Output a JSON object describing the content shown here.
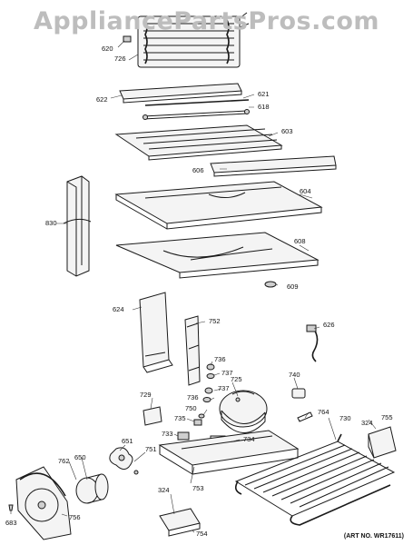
{
  "watermark": "AppliancePartsPros.com",
  "art_number": "(ART NO. WR17611)",
  "parts": [
    {
      "id": "620",
      "label": "620"
    },
    {
      "id": "726",
      "label": "726"
    },
    {
      "id": "622",
      "label": "622"
    },
    {
      "id": "621",
      "label": "621"
    },
    {
      "id": "618",
      "label": "618"
    },
    {
      "id": "603",
      "label": "603"
    },
    {
      "id": "606",
      "label": "606"
    },
    {
      "id": "830",
      "label": "830"
    },
    {
      "id": "604",
      "label": "604"
    },
    {
      "id": "608",
      "label": "608"
    },
    {
      "id": "609",
      "label": "609"
    },
    {
      "id": "624",
      "label": "624"
    },
    {
      "id": "752",
      "label": "752"
    },
    {
      "id": "626",
      "label": "626"
    },
    {
      "id": "736a",
      "label": "736"
    },
    {
      "id": "737a",
      "label": "737"
    },
    {
      "id": "725",
      "label": "725"
    },
    {
      "id": "740",
      "label": "740"
    },
    {
      "id": "737b",
      "label": "737"
    },
    {
      "id": "729",
      "label": "729"
    },
    {
      "id": "736b",
      "label": "736"
    },
    {
      "id": "750",
      "label": "750"
    },
    {
      "id": "764",
      "label": "764"
    },
    {
      "id": "730",
      "label": "730"
    },
    {
      "id": "324a",
      "label": "324"
    },
    {
      "id": "755",
      "label": "755"
    },
    {
      "id": "735",
      "label": "735"
    },
    {
      "id": "733",
      "label": "733"
    },
    {
      "id": "734",
      "label": "734"
    },
    {
      "id": "651",
      "label": "651"
    },
    {
      "id": "751",
      "label": "751"
    },
    {
      "id": "762",
      "label": "762"
    },
    {
      "id": "650",
      "label": "650"
    },
    {
      "id": "753",
      "label": "753"
    },
    {
      "id": "324b",
      "label": "324"
    },
    {
      "id": "754",
      "label": "754"
    },
    {
      "id": "756",
      "label": "756"
    },
    {
      "id": "683",
      "label": "683"
    }
  ]
}
